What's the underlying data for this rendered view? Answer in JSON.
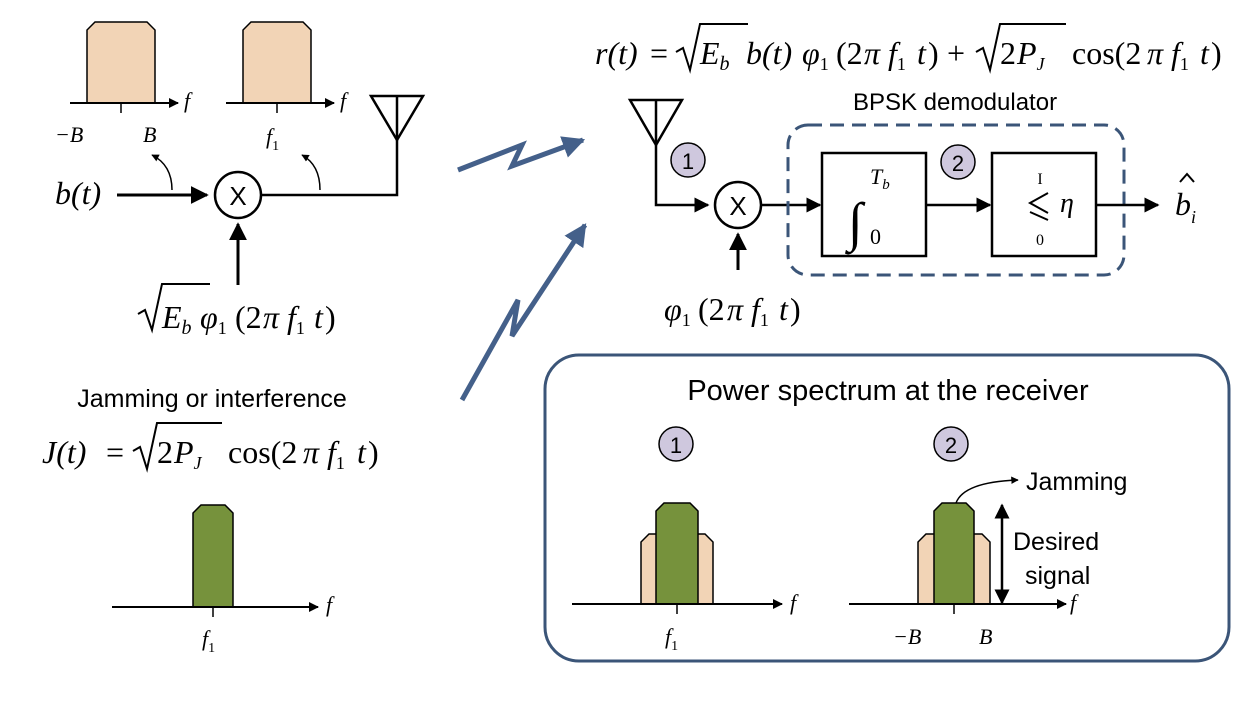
{
  "transmitter": {
    "input": "b(t)",
    "carrier": "√E_b φ1(2π f1 t)",
    "mixer_symbol": "X",
    "spectrum1_axis": "f",
    "spectrum1_ticks": [
      "−B",
      "B"
    ],
    "spectrum2_axis": "f",
    "spectrum2_tick": "f1"
  },
  "received": {
    "equation": "r(t) = √E_b b(t) φ1(2π f1 t) + √2P_J cos(2π f1 t)"
  },
  "receiver": {
    "demod_label": "BPSK demodulator",
    "point1": "1",
    "point2": "2",
    "mixer_symbol": "X",
    "integrator": "∫0^Tb",
    "decision_upper": "I",
    "decision_lower": "0",
    "threshold": "η",
    "output": "b̂_i",
    "local_oscillator": "φ1(2π f1 t)"
  },
  "jamming": {
    "label": "Jamming or interference",
    "equation": "J(t) = √2P_J cos(2π f1 t)",
    "axis": "f",
    "tick": "f1"
  },
  "power_spectrum": {
    "title": "Power spectrum at the receiver",
    "marker1": "1",
    "marker2": "2",
    "axis1": "f",
    "tick1": "f1",
    "axis2": "f",
    "ticks2": [
      "−B",
      "B"
    ],
    "jamming_label": "Jamming",
    "desired_label_line1": "Desired",
    "desired_label_line2": "signal"
  },
  "colors": {
    "signal_fill": "#f2d4b6",
    "jamming_fill": "#76923c",
    "wave_arrow": "#44608a",
    "demod_border": "#3b5578",
    "panel_border": "#3b5578",
    "marker_fill": "#cfc8de"
  }
}
